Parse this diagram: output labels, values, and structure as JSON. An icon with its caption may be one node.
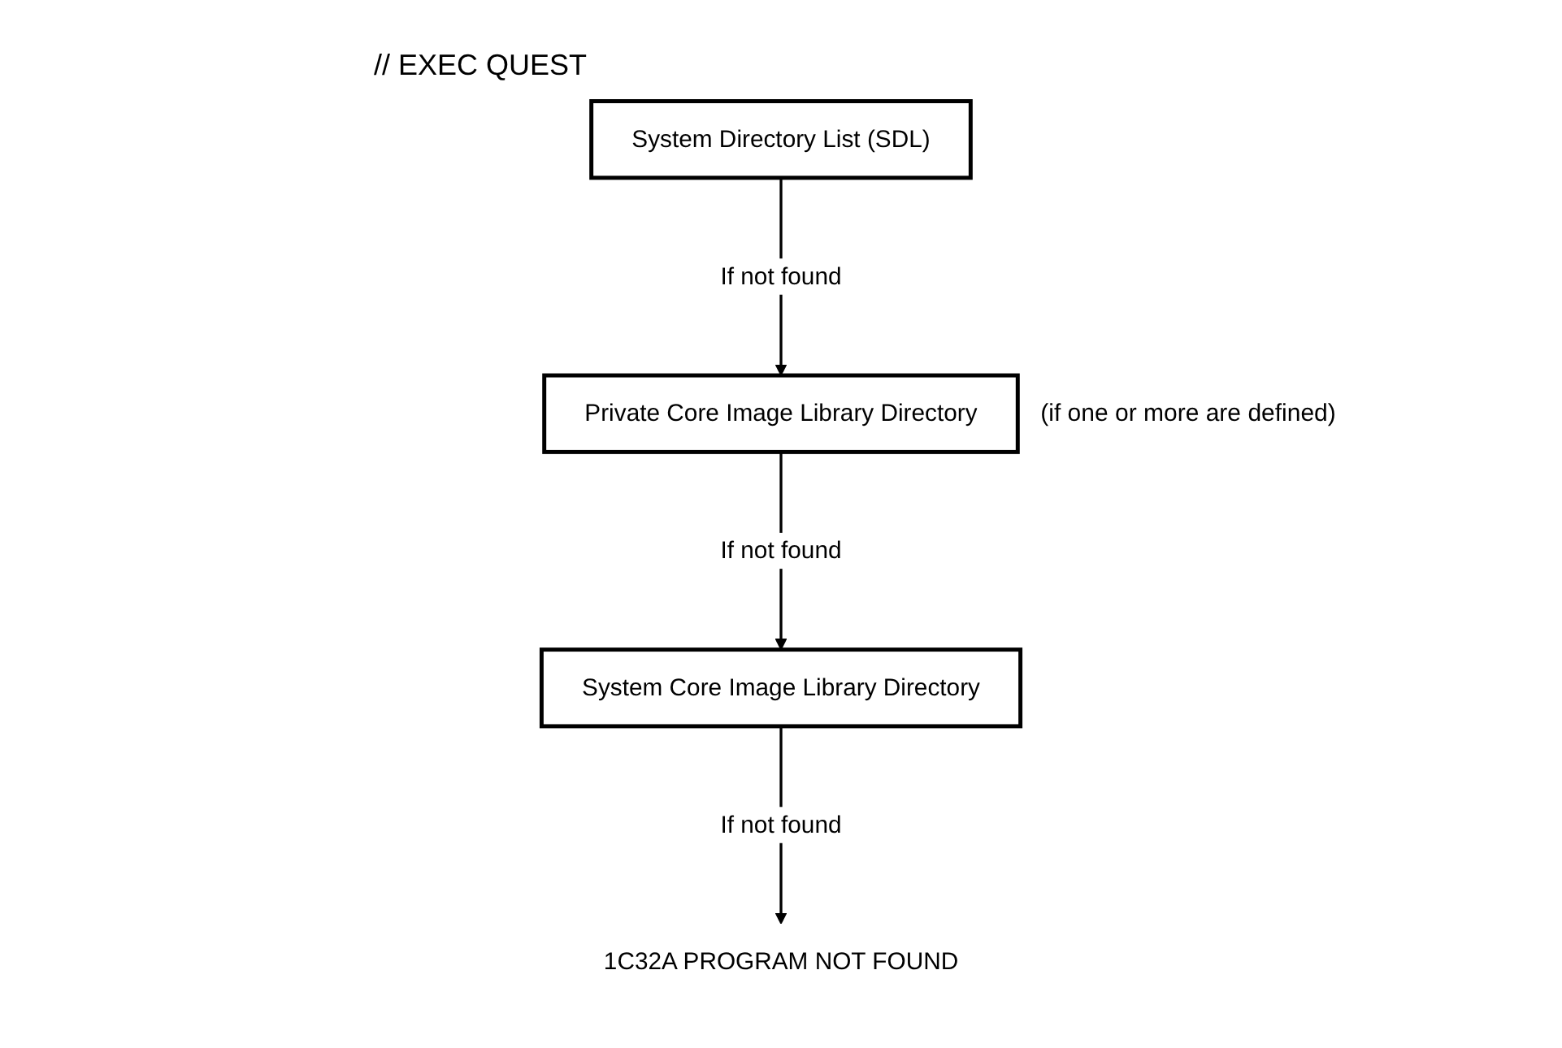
{
  "diagram": {
    "nodes": [
      {
        "text": [
          "System Directory List (SDL)"
        ]
      },
      {
        "text": [
          "Private Core Image Library Directory"
        ],
        "beside": [
          "(if one or more are defined)"
        ]
      },
      {
        "text": [
          "System Core Image Library Directory"
        ]
      },
      {
        "text": [
          "1C32A PROGRAM NOT FOUND"
        ]
      }
    ],
    "edges": [
      {
        "from": 0,
        "to": 1,
        "arrow": "to",
        "label": "If not found"
      },
      {
        "from": 1,
        "to": 2,
        "arrow": "to",
        "label": "If not found"
      },
      {
        "from": 2,
        "to": 3,
        "arrow": "to",
        "label": "If not found"
      }
    ],
    "labels": [
      "// EXEC QUEST"
    ]
  }
}
